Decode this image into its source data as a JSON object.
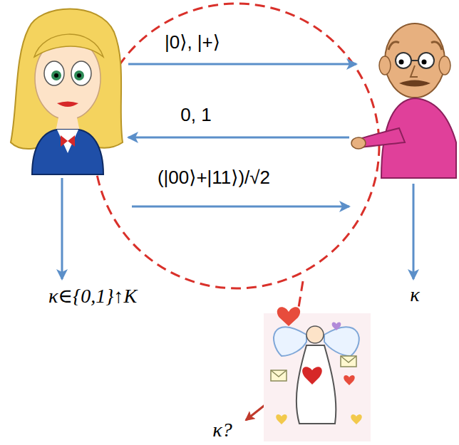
{
  "diagram": {
    "labels": [
      "|0⟩, |+⟩",
      "0, 1",
      "(|00⟩+|11⟩)/√2",
      "κ∈{0,1}↑K",
      "κ",
      "κ?"
    ]
  }
}
